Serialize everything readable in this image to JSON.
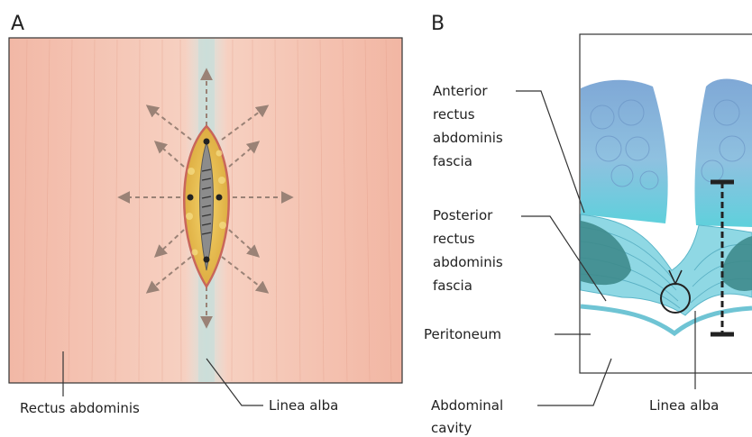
{
  "panel_a": {
    "letter": "A",
    "labels": {
      "rectus": "Rectus abdominis",
      "linea": "Linea alba"
    }
  },
  "panel_b": {
    "letter": "B",
    "labels": {
      "anterior": [
        "Anterior",
        "rectus",
        "abdominis",
        "fascia"
      ],
      "posterior": [
        "Posterior",
        "rectus",
        "abdominis",
        "fascia"
      ],
      "peritoneum": "Peritoneum",
      "cavity": [
        "Abdominal",
        "cavity"
      ],
      "linea": "Linea alba"
    }
  }
}
